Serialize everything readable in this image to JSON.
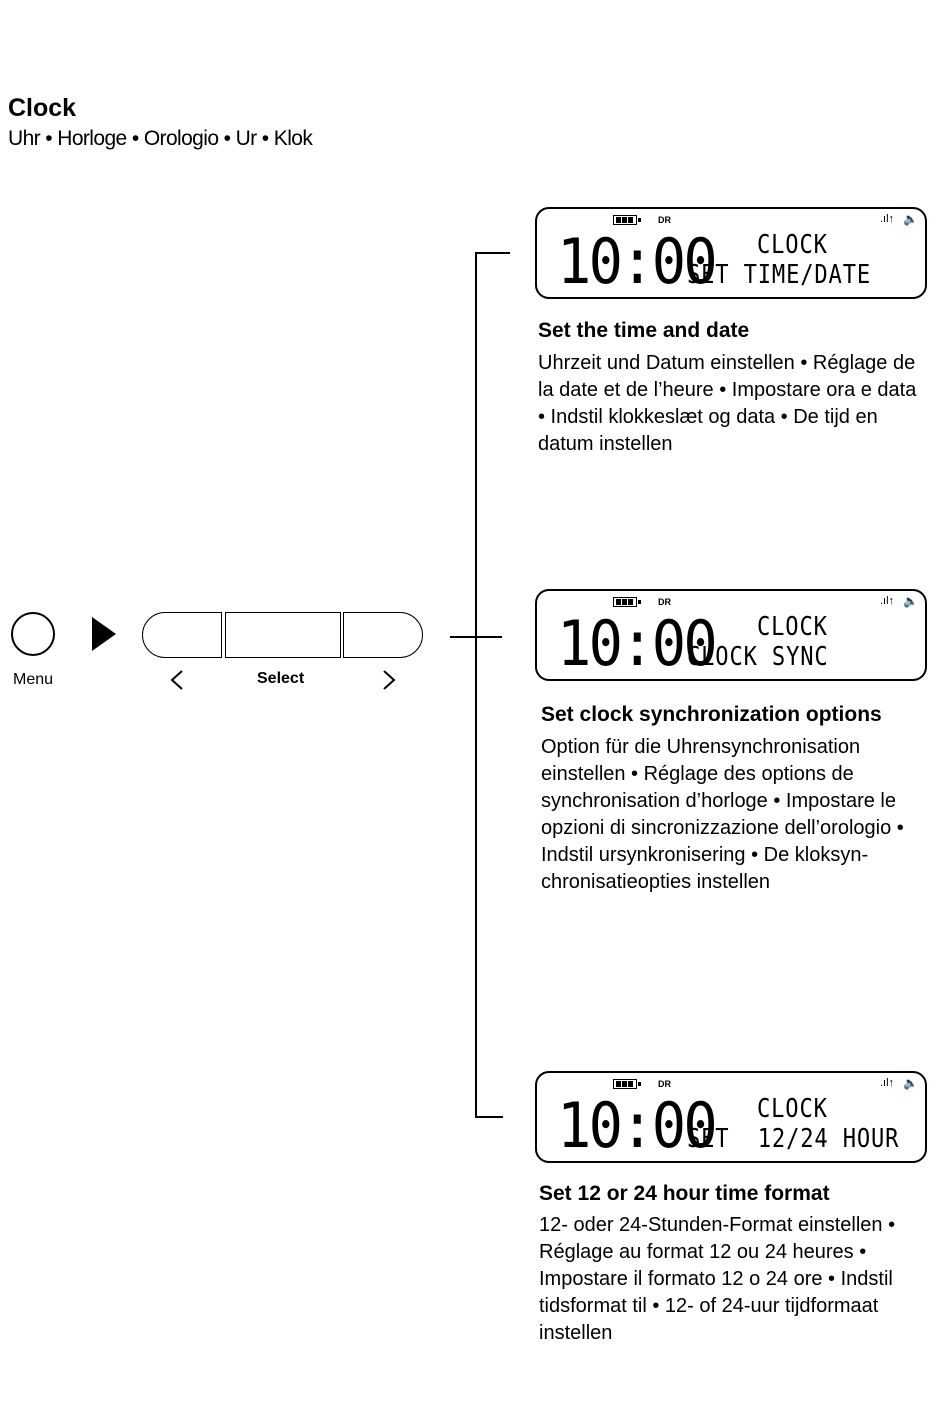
{
  "header": {
    "title": "Clock",
    "subtitle": "Uhr • Horloge • Orologio • Ur • Klok"
  },
  "controls": {
    "menu_label": "Menu",
    "select_label": "Select",
    "left_glyph": "‹",
    "right_glyph": "›"
  },
  "lcd_common": {
    "time": "10:00",
    "dr": "DR",
    "signal": ".ıl↑",
    "speaker": "🔈"
  },
  "sections": [
    {
      "lcd_line1": "CLOCK",
      "lcd_line2": "SET TIME/DATE",
      "heading": "Set the time and date",
      "body": "Uhrzeit und Datum einstellen • Réglage de la date et de l’heure • Impostare ora e data • Indstil klokkeslæt og data • De tijd en datum instellen"
    },
    {
      "lcd_line1": "CLOCK",
      "lcd_line2": "CLOCK SYNC",
      "heading": "Set clock synchronization options",
      "body": "Option für die Uhrensynchronisation einstellen • Réglage des options de synchronisation d’horloge • Impostare le opzioni di sincronizzazione dell’orologio • Indstil ursynkronisering • De kloksyn-chronisatieopties instellen"
    },
    {
      "lcd_line1": "CLOCK",
      "lcd_line2": "SET  12/24 HOUR",
      "heading": "Set 12 or 24 hour time format",
      "body": "12- oder 24-Stunden-Format einstellen • Réglage au format 12 ou 24 heures • Impostare il formato 12 o 24 ore • Indstil tidsformat til • 12- of 24-uur tijdformaat instellen"
    }
  ]
}
